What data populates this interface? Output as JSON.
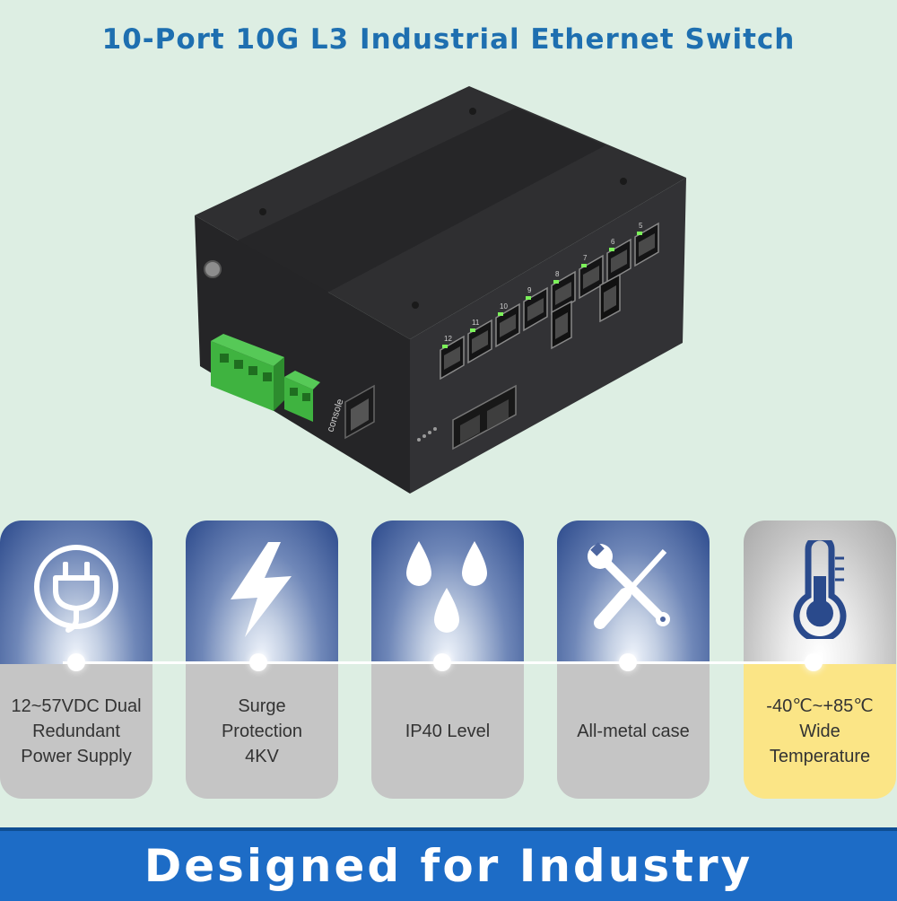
{
  "header": {
    "title": "10-Port 10G L3 Industrial Ethernet Switch"
  },
  "product": {
    "console_label": "console",
    "port_numbers": [
      "12",
      "11",
      "10",
      "9",
      "8",
      "7",
      "6",
      "5"
    ],
    "colors": {
      "housing": "#2b2b2d",
      "terminal_block": "#3fb340",
      "port_led": "#7cf25a"
    }
  },
  "features": [
    {
      "icon": "power-plug-icon",
      "label": "12~57VDC Dual\nRedundant\nPower Supply",
      "highlight": false
    },
    {
      "icon": "lightning-bolt-icon",
      "label": "Surge\nProtection\n4KV",
      "highlight": false
    },
    {
      "icon": "water-drops-icon",
      "label": "IP40 Level",
      "highlight": false
    },
    {
      "icon": "wrench-screwdriver-icon",
      "label": "All-metal case",
      "highlight": false
    },
    {
      "icon": "thermometer-icon",
      "label": "-40℃~+85℃\nWide\nTemperature",
      "highlight": true
    }
  ],
  "footer": {
    "banner": "Designed for Industry"
  },
  "colors": {
    "background": "#ddeee3",
    "title": "#1e6fb0",
    "banner": "#1d6cc6",
    "card_gradient_blue": "#2c4a8c",
    "card_label_gray": "#c5c5c5",
    "card_label_yellow": "#fbe586",
    "thermometer": "#2a4a8c"
  }
}
